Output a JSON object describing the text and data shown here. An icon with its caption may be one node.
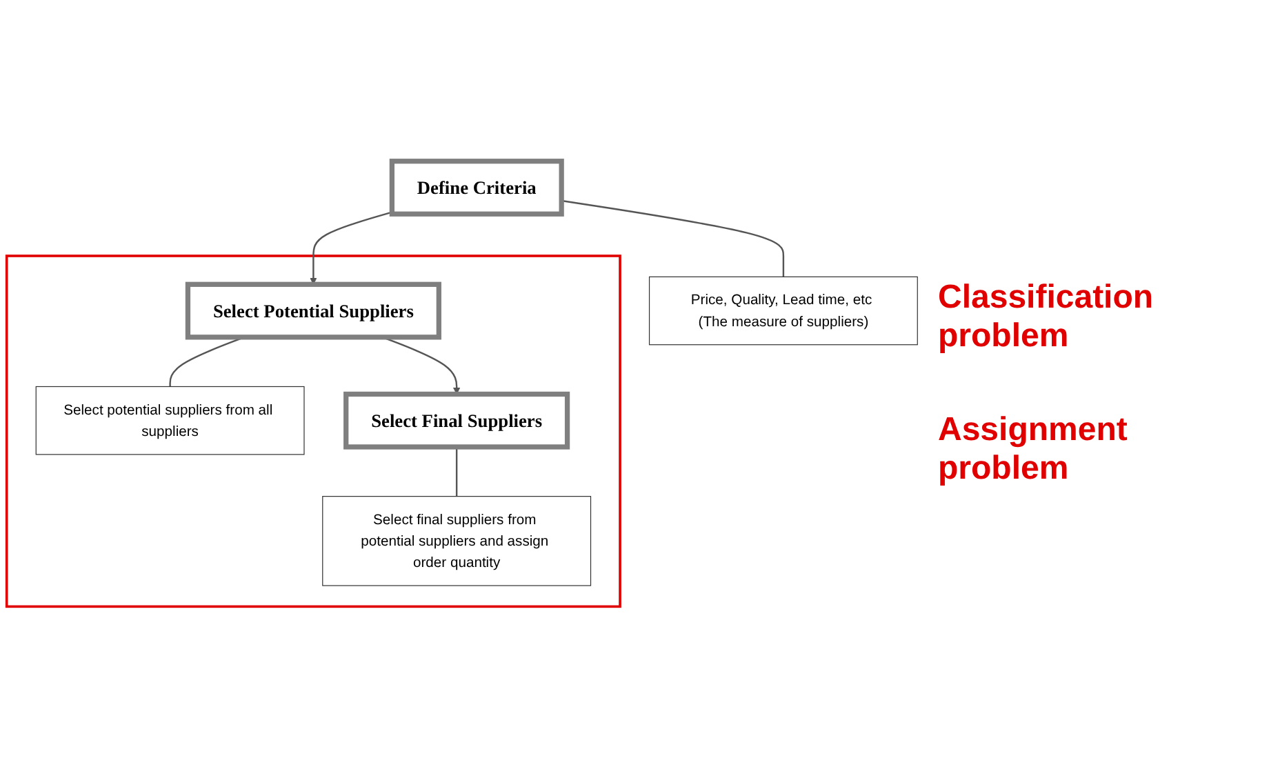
{
  "diagram": {
    "nodes": [
      {
        "text": [
          "Define Criteria"
        ]
      },
      {
        "text": [
          "Price, Quality, Lead time, etc (The measure of suppliers)"
        ]
      },
      {
        "text": [],
        "shape": "box"
      },
      {
        "text": [
          "Select Potential Suppliers"
        ],
        "in": 2
      },
      {
        "text": [
          "Select potential suppliers from all suppliers"
        ],
        "in": 2
      },
      {
        "text": [
          "Select Final Suppliers"
        ],
        "in": 2
      },
      {
        "text": [
          "Select final suppliers from potential suppliers and assign order quantity"
        ],
        "in": 2
      }
    ],
    "edges": [
      {
        "from": 0,
        "to": 3,
        "arrow": "to"
      },
      {
        "from": 3,
        "to": 5,
        "arrow": "to"
      },
      {
        "from": 0,
        "to": 1,
        "arrow": "none"
      },
      {
        "from": 3,
        "to": 4,
        "arrow": "none"
      },
      {
        "from": 5,
        "to": 6,
        "arrow": "none"
      }
    ],
    "labels": [
      "Classification problem",
      "Assignment problem"
    ]
  }
}
